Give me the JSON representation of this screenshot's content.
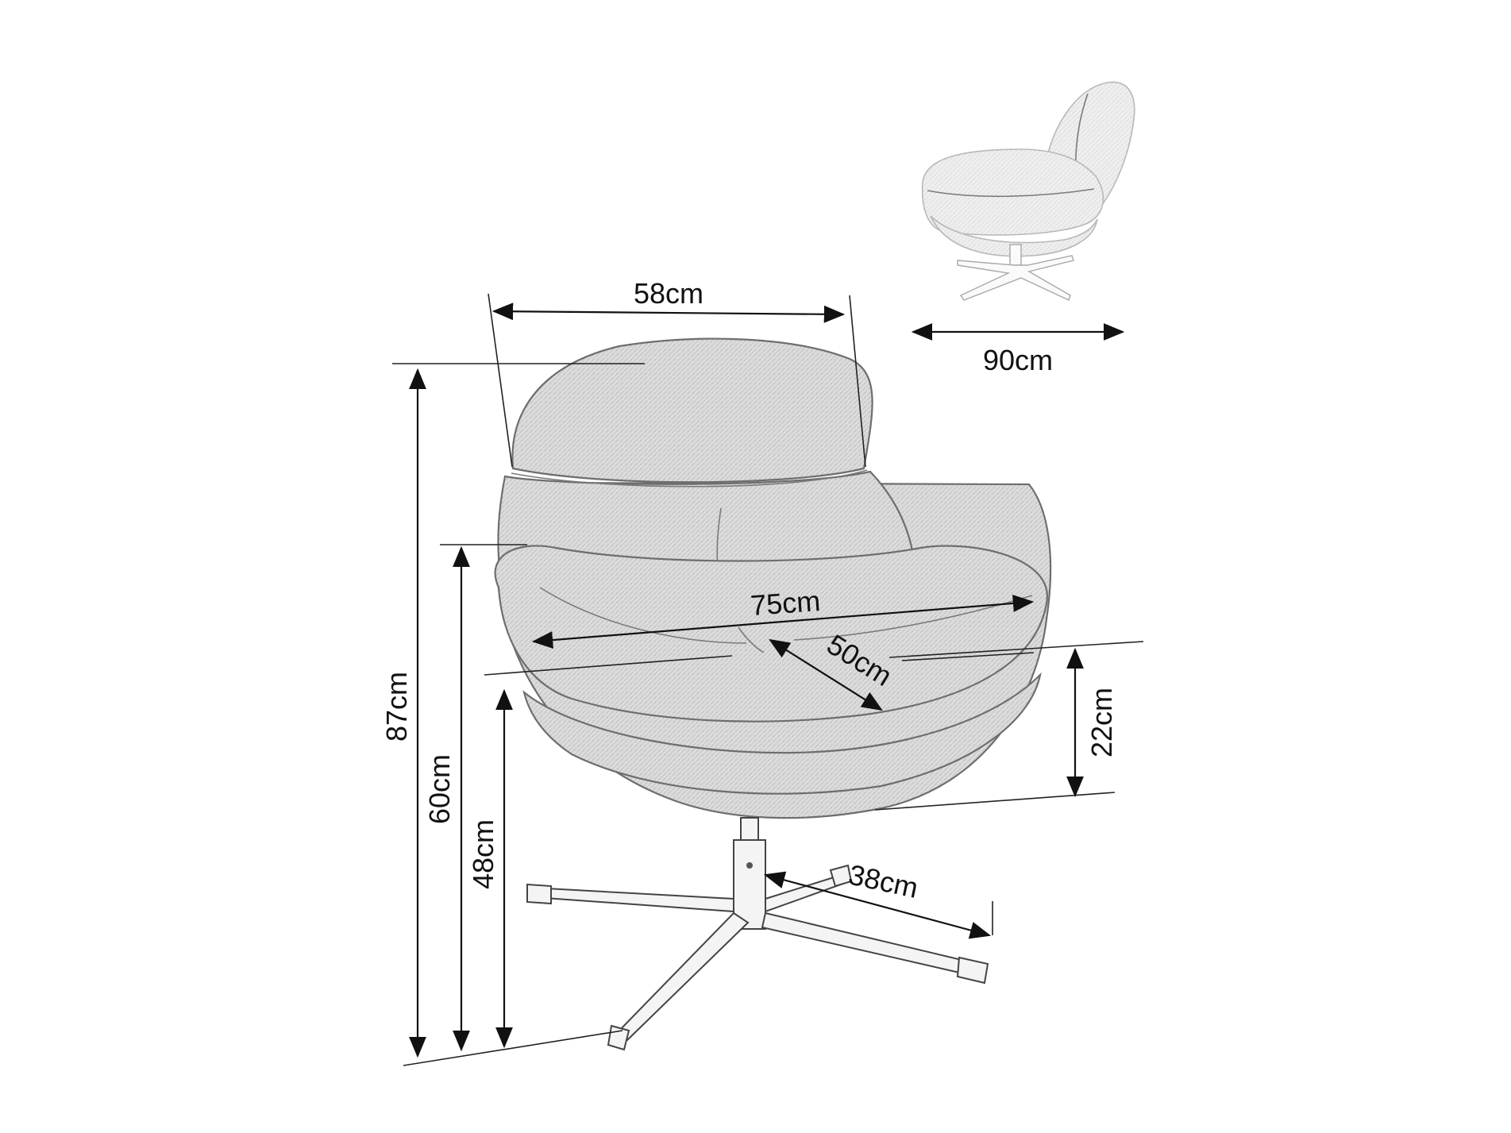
{
  "dimensions": {
    "top_width": "58cm",
    "side_depth": "90cm",
    "seat_width": "75cm",
    "seat_depth": "50cm",
    "total_height": "87cm",
    "arm_height": "60cm",
    "seat_height": "48cm",
    "seat_thickness": "22cm",
    "base_radius": "38cm"
  },
  "colors": {
    "line": "#111111",
    "fabric": "#d8d8d8",
    "fabric_light": "#ededed",
    "metal": "#f4f4f4"
  }
}
